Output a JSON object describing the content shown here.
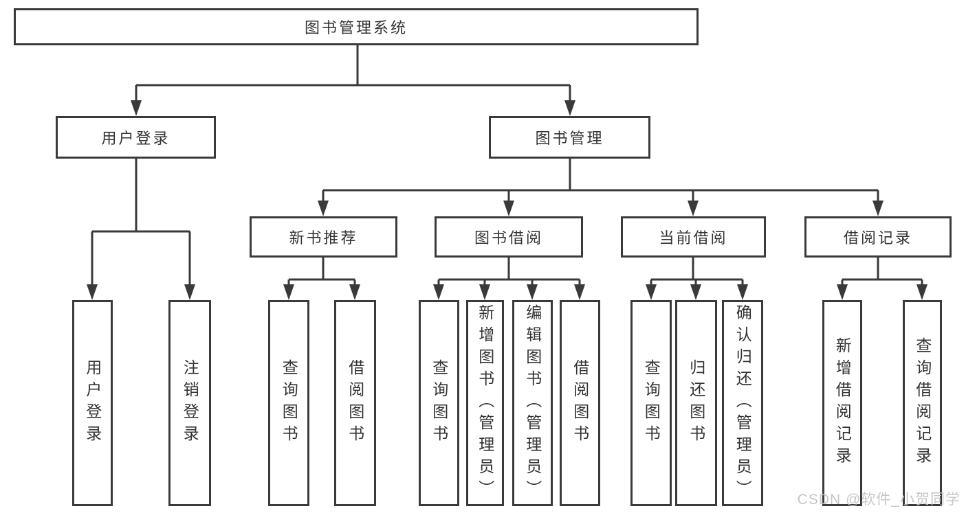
{
  "page": {
    "background": "#ffffff"
  },
  "colors": {
    "line": "#3a3a3a",
    "box_border": "#3a3a3a",
    "text": "#333333",
    "watermark": "#c3c3c3"
  },
  "tree": {
    "root": {
      "label": "图书管理系统"
    },
    "branches": [
      {
        "label": "用户登录",
        "children": [
          {
            "label": "用户登录"
          },
          {
            "label": "注销登录"
          }
        ]
      },
      {
        "label": "图书管理",
        "children": [
          {
            "label": "新书推荐",
            "children": [
              {
                "label": "查询图书"
              },
              {
                "label": "借阅图书"
              }
            ]
          },
          {
            "label": "图书借阅",
            "children": [
              {
                "label": "查询图书"
              },
              {
                "label": "新增图书（管理员）"
              },
              {
                "label": "编辑图书（管理员）"
              },
              {
                "label": "借阅图书"
              }
            ]
          },
          {
            "label": "当前借阅",
            "children": [
              {
                "label": "查询图书"
              },
              {
                "label": "归还图书"
              },
              {
                "label": "确认归还（管理员）"
              }
            ]
          },
          {
            "label": "借阅记录",
            "children": [
              {
                "label": "新增借阅记录"
              },
              {
                "label": "查询借阅记录"
              }
            ]
          }
        ]
      }
    ]
  },
  "watermark": {
    "text": "CSDN @软件_小贺同学"
  }
}
